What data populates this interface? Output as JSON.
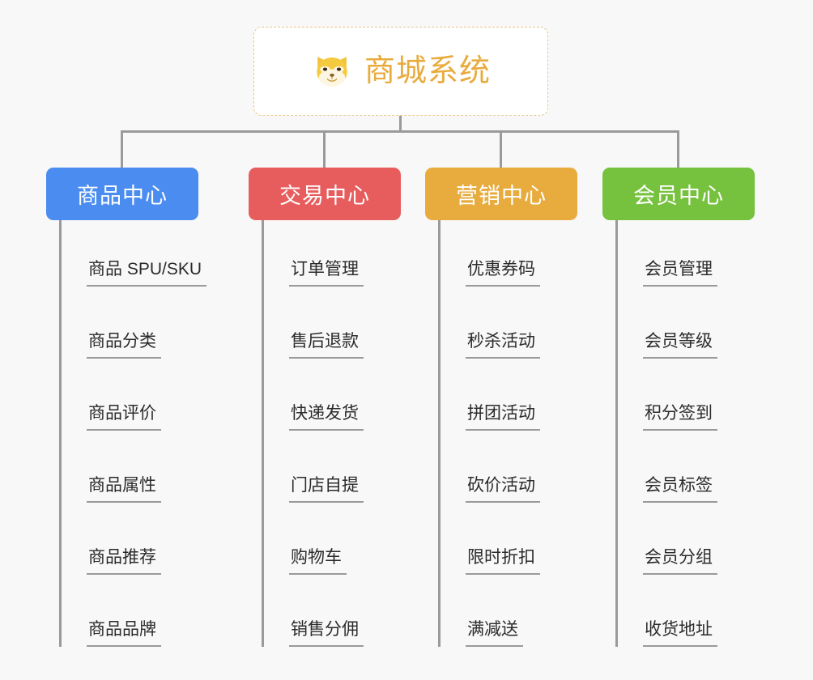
{
  "root": {
    "icon": "shiba-dog-icon",
    "title": "商城系统",
    "title_color": "#e8ab3d",
    "border_color": "#e9c68a",
    "background": "#ffffff"
  },
  "canvas": {
    "background": "#f8f8f8",
    "connector_color": "#9a9a9a"
  },
  "columns": [
    {
      "id": "product-center",
      "header": "商品中心",
      "color": "#4a8cf0",
      "items": [
        "商品 SPU/SKU",
        "商品分类",
        "商品评价",
        "商品属性",
        "商品推荐",
        "商品品牌"
      ]
    },
    {
      "id": "trade-center",
      "header": "交易中心",
      "color": "#e75c5c",
      "items": [
        "订单管理",
        "售后退款",
        "快递发货",
        "门店自提",
        "购物车",
        "销售分佣"
      ]
    },
    {
      "id": "marketing-center",
      "header": "营销中心",
      "color": "#e8ab3d",
      "items": [
        "优惠券码",
        "秒杀活动",
        "拼团活动",
        "砍价活动",
        "限时折扣",
        "满减送"
      ]
    },
    {
      "id": "member-center",
      "header": "会员中心",
      "color": "#76c13d",
      "items": [
        "会员管理",
        "会员等级",
        "积分签到",
        "会员标签",
        "会员分组",
        "收货地址"
      ]
    }
  ]
}
